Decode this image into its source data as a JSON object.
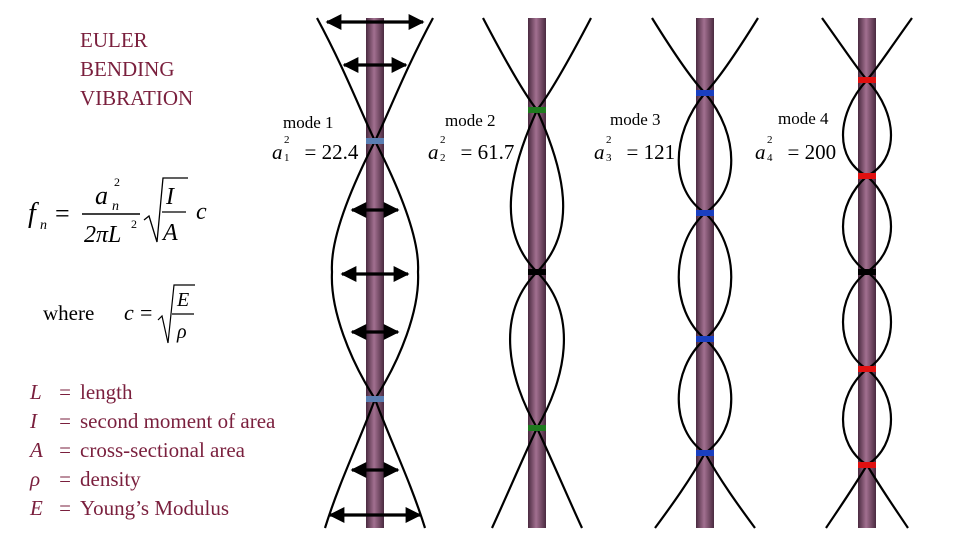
{
  "title": {
    "line1": "EULER",
    "line2": "BENDING",
    "line3": "VIBRATION"
  },
  "formula": {
    "lhs": "f",
    "lhs_sub": "n",
    "equals": "=",
    "num_a": "a",
    "num_sub": "n",
    "num_sup": "2",
    "den": "2πL",
    "den_sup": "2",
    "sqrt_num": "I",
    "sqrt_den": "A",
    "tail": "c"
  },
  "where": {
    "word": "where",
    "c": "c",
    "equals": "=",
    "num": "E",
    "den": "ρ"
  },
  "legend": [
    {
      "sym": "L",
      "eq": "=",
      "desc": "length"
    },
    {
      "sym": "I",
      "eq": "=",
      "desc": "second moment of area"
    },
    {
      "sym": "A",
      "eq": "=",
      "desc": "cross-sectional area"
    },
    {
      "sym": "ρ",
      "eq": "=",
      "desc": "density"
    },
    {
      "sym": "E",
      "eq": "=",
      "desc": "Young’s Modulus"
    }
  ],
  "modes": [
    {
      "label": "mode 1",
      "var": "a",
      "sup": "2",
      "sub": "1",
      "value": "= 22.4",
      "node_color": "#5b7fb3"
    },
    {
      "label": "mode 2",
      "var": "a",
      "sup": "2",
      "sub": "2",
      "value": "= 61.7",
      "node_color": "#1f7a1f"
    },
    {
      "label": "mode 3",
      "var": "a",
      "sup": "2",
      "sub": "3",
      "value": "= 121",
      "node_color": "#1a3fc0"
    },
    {
      "label": "mode 4",
      "var": "a",
      "sup": "2",
      "sub": "4",
      "value": "= 200",
      "node_color": "#e01010"
    }
  ],
  "colors": {
    "text_accent": "#7a1f3d",
    "rod": "#7a4a6a",
    "mid_node": "#000000"
  }
}
